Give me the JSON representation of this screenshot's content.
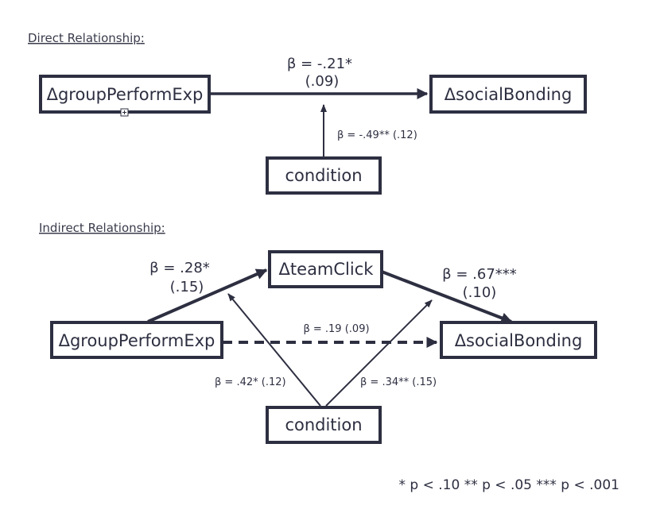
{
  "direct": {
    "title": "Direct Relationship",
    "title_suffix": ":",
    "source_node": "ΔgroupPerformExp",
    "target_node": "ΔsocialBonding",
    "moderator_node": "condition",
    "path_beta": "β = -.21*",
    "path_se": "(.09)",
    "moderator_beta": "β = -.49**  (.12)"
  },
  "indirect": {
    "title": "Indirect Relationship:",
    "source_node": "ΔgroupPerformExp",
    "mediator_node": "ΔteamClick",
    "target_node": "ΔsocialBonding",
    "moderator_node": "condition",
    "a_path_beta": "β = .28*",
    "a_path_se": "(.15)",
    "b_path_beta": "β = .67***",
    "b_path_se": "(.10)",
    "direct_path_beta": "β = .19  (.09)",
    "mod_a_beta": "β = .42*  (.12)",
    "mod_b_beta": "β = .34**  (.15)"
  },
  "footnote": "* p < .10 ** p < .05 *** p < .001",
  "colors": {
    "ink": "#2d2f41",
    "background": "#ffffff"
  }
}
